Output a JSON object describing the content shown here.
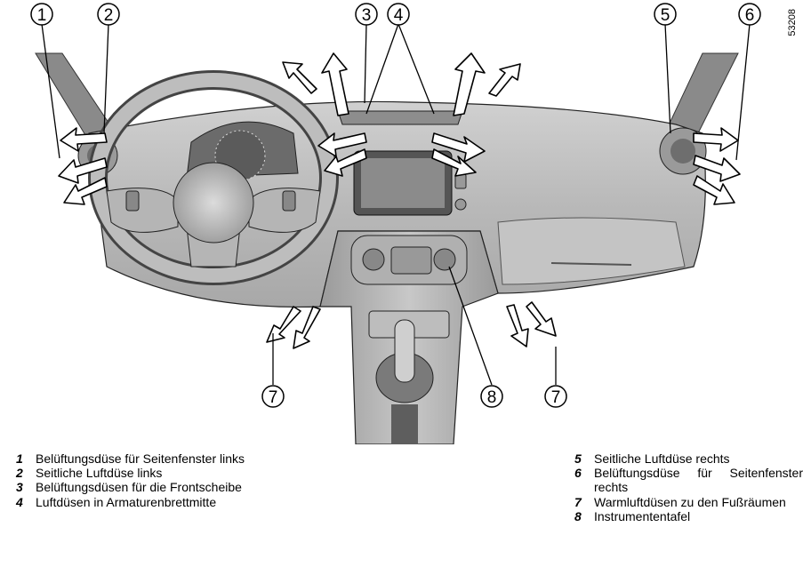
{
  "figure": {
    "code": "53208",
    "callouts": [
      "1",
      "2",
      "3",
      "4",
      "5",
      "6",
      "7",
      "7",
      "8"
    ]
  },
  "legend": {
    "left": [
      {
        "num": "1",
        "text": "Belüftungsdüse für Seitenfenster links"
      },
      {
        "num": "2",
        "text": "Seitliche Luftdüse links"
      },
      {
        "num": "3",
        "text": "Belüftungsdüsen für die Frontscheibe"
      },
      {
        "num": "4",
        "text": "Luftdüsen in Armaturenbrettmitte"
      }
    ],
    "right": [
      {
        "num": "5",
        "text": "Seitliche Luftdüse rechts"
      },
      {
        "num": "6",
        "text": "Belüftungsdüse für Seitenfenster",
        "cont": "rechts"
      },
      {
        "num": "7",
        "text": "Warmluftdüsen zu den Fußräumen"
      },
      {
        "num": "8",
        "text": "Instrumententafel"
      }
    ]
  },
  "colors": {
    "dashboard": "#bdbdbd",
    "dark": "#6e6e6e",
    "screen": "#7a7a7a",
    "stroke": "#000000"
  }
}
